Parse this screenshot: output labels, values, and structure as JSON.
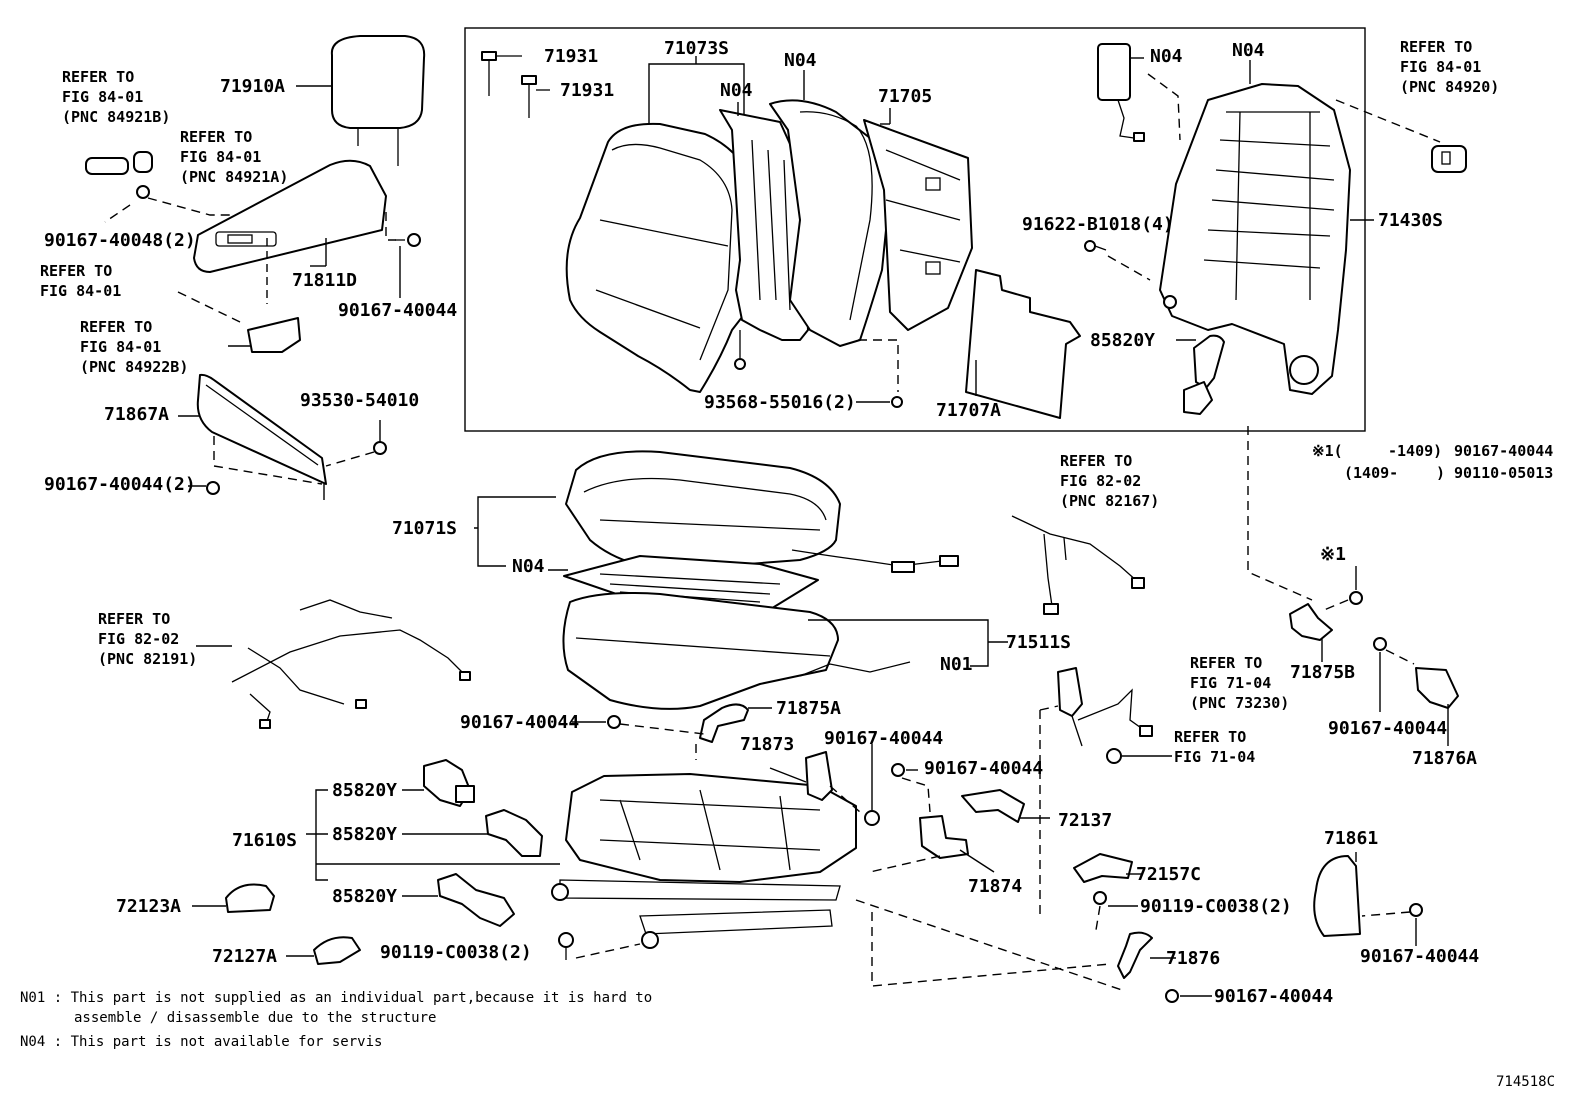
{
  "diagram_code": "714518C",
  "parts": {
    "headrest": "71910A",
    "shield_upper": "71811D",
    "screw_71811": "90167-40044",
    "screw_2": "90167-40048(2)",
    "shield_lower": "71867A",
    "clip_lower": "93530-54010",
    "screw_lower": "90167-40044(2)",
    "pin1": "71931",
    "pin2": "71931",
    "back_cover_assy": "71073S",
    "n04_back_pad": "N04",
    "n04_back_pad2": "N04",
    "back_board": "71705",
    "back_screw": "93568-55016(2)",
    "back_pad_plate": "71707A",
    "n04_lumbar": "N04",
    "n04_frame": "N04",
    "frame_bolt": "91622-B1018(4)",
    "back_frame": "71430S",
    "recliner_motor": "85820Y",
    "cushion_assy": "71071S",
    "n04_cushion": "N04",
    "cushion_frame": "71511S",
    "n01": "N01",
    "screw_cush": "90167-40044",
    "hinge_cover_a": "71875A",
    "adjuster_assy": "71610S",
    "motor1": "85820Y",
    "motor2": "85820Y",
    "motor3": "85820Y",
    "bracket_71873": "71873",
    "screw_71873": "90167-40044",
    "screw_72137": "90167-40044",
    "cover_72137": "72137",
    "bracket_71874": "71874",
    "cover_72123": "72123A",
    "cover_72127": "72127A",
    "bolt_rail": "90119-C0038(2)",
    "cover_72157": "72157C",
    "bolt_72157": "90119-C0038(2)",
    "cover_71876": "71876",
    "screw_71876": "90167-40044",
    "hinge_cover_b": "71875B",
    "screw_71876a": "90167-40044",
    "cover_71876a": "71876A",
    "cover_71861": "71861",
    "screw_71861": "90167-40044",
    "x1_mark": "※1"
  },
  "refs": {
    "r1": [
      "REFER TO",
      "FIG 84-01",
      "(PNC 84921B)"
    ],
    "r2": [
      "REFER TO",
      "FIG 84-01",
      "(PNC 84921A)"
    ],
    "r3": [
      "REFER TO",
      "FIG 84-01"
    ],
    "r4": [
      "REFER TO",
      "FIG 84-01",
      "(PNC 84922B)"
    ],
    "r5": [
      "REFER TO",
      "FIG 84-01",
      "(PNC 84920)"
    ],
    "r6": [
      "REFER TO",
      "FIG 82-02",
      "(PNC 82167)"
    ],
    "r7": [
      "REFER TO",
      "FIG 82-02",
      "(PNC 82191)"
    ],
    "r8": [
      "REFER TO",
      "FIG 71-04",
      "(PNC 73230)"
    ],
    "r9": [
      "REFER TO",
      "FIG 71-04"
    ]
  },
  "x1_note": {
    "line1_a": "※1(",
    "line1_b": "-1409)",
    "line1_c": "90167-40044",
    "line2_a": "(1409-",
    "line2_b": ")",
    "line2_c": "90110-05013"
  },
  "footnotes": {
    "n01_a": "N01 : This part is not supplied as an individual part,because it is hard to",
    "n01_b": "assemble / disassemble due to the structure",
    "n04": "N04 : This part is not available for servis"
  }
}
